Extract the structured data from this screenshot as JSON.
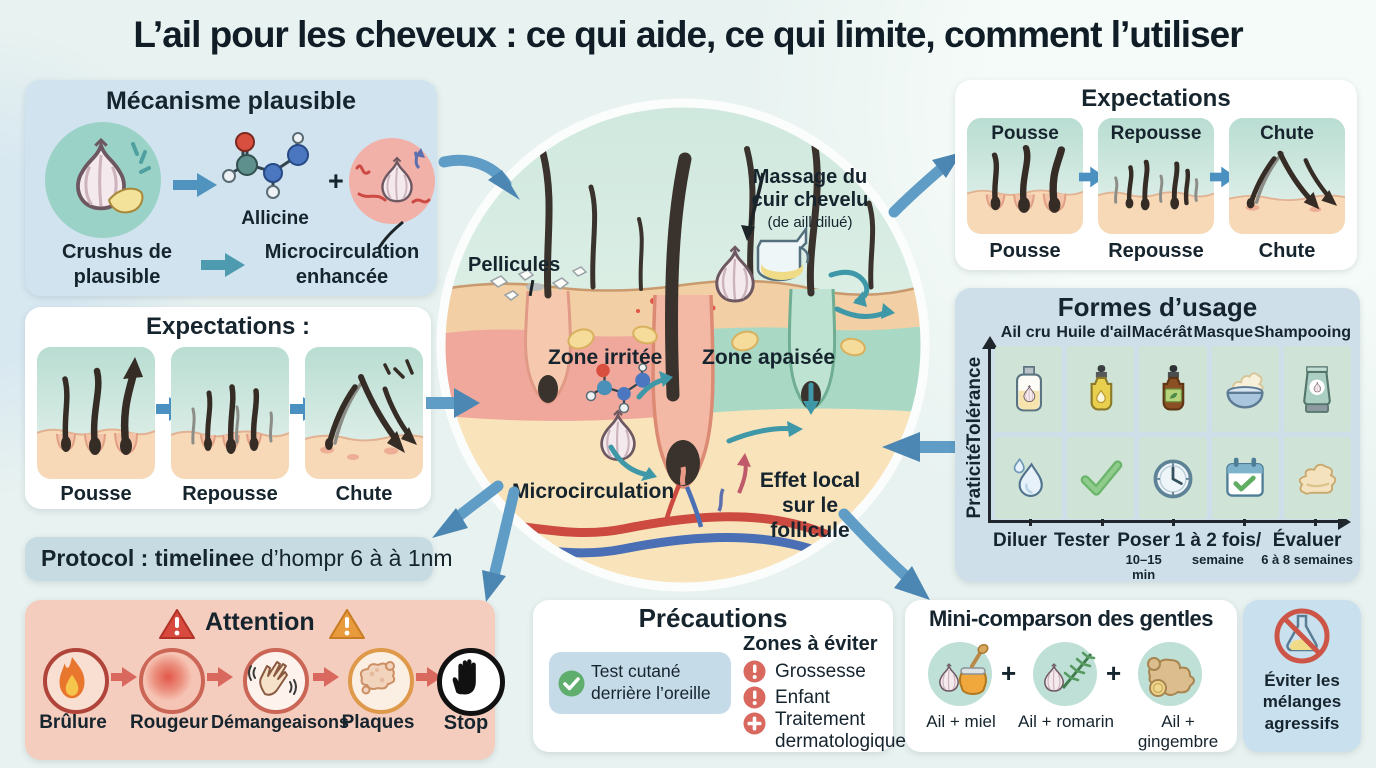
{
  "title": "L’ail pour les cheveux : ce qui aide, ce qui limite, comment l’utiliser",
  "mechanism": {
    "title": "Mécanisme plausible",
    "allicine": "Allicine",
    "plus": "+",
    "caption_left_1": "Crushus de",
    "caption_left_2": "plausible",
    "caption_right_1": "Microcirculation",
    "caption_right_2": "enhancée"
  },
  "expectations_left": {
    "title": "Expectations :",
    "labels": [
      "Pousse",
      "Repousse",
      "Chute"
    ]
  },
  "protocol": {
    "bold": "Protocol : timeline",
    "rest": "e d’hompr 6 à à 1nm"
  },
  "attention": {
    "title": "Attention",
    "labels": [
      "Brûlure",
      "Rougeur",
      "Démangeaisons",
      "Plaques",
      "Stop"
    ]
  },
  "scalp": {
    "pellicules": "Pellicules",
    "massage_1": "Massage du",
    "massage_2": "cuir chevelu",
    "massage_sub": "(de aill dilué)",
    "zone_irritee": "Zone irritée",
    "zone_apaisee": "Zone apaisée",
    "microcirculation": "Microcirculation",
    "effet_1": "Effet local",
    "effet_2": "sur le follicule"
  },
  "expectations_right": {
    "title": "Expectations",
    "labels": [
      "Pousse",
      "Repousse",
      "Chute"
    ]
  },
  "formes": {
    "title": "Formes d’usage",
    "columns": [
      "Ail cru",
      "Huile d'ail",
      "Macérât",
      "Masque",
      "Shampooing"
    ],
    "axis_tolerance": "Tolérance",
    "axis_praticite": "Praticité",
    "steps": [
      "Diluer",
      "Tester",
      "Poser",
      "1 à 2 fois/",
      "Évaluer"
    ],
    "subs": [
      "",
      "",
      "10–15 min",
      "semaine",
      "6 à 8 semaines"
    ]
  },
  "precautions": {
    "title": "Précautions",
    "test_1": "Test cutané",
    "test_2": "derrière l’oreille",
    "zones_title": "Zones à éviter",
    "items": [
      "Grossesse",
      "Enfant",
      "Traitement dermatologique"
    ]
  },
  "mini": {
    "title": "Mini-comparson des gentles",
    "plus": "+",
    "labels": [
      "Ail + miel",
      "Ail + romarin",
      "Ail + gingembre"
    ],
    "avoid_1": "Éviter les",
    "avoid_2": "mélanges",
    "avoid_3": "agressifs"
  }
}
